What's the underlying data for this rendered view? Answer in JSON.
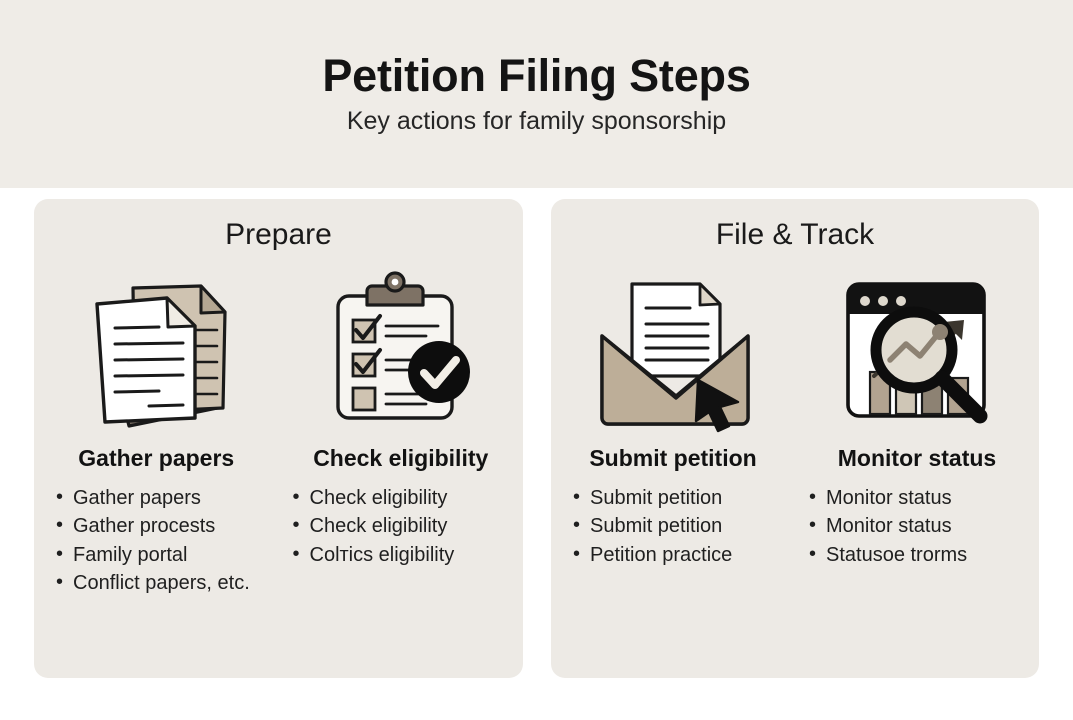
{
  "header": {
    "title": "Petition Filing Steps",
    "subtitle": "Key actions for family sponsorship"
  },
  "theme": {
    "header_bg": "#efece7",
    "panel_bg": "#edeae5",
    "page_bg": "#ffffff",
    "text_dark": "#121212",
    "icon_taupe": "#b9a992",
    "icon_taupe_dark": "#7e7265",
    "icon_paper": "#ffffff",
    "icon_outline": "#1a1a1a"
  },
  "panels": [
    {
      "title": "Prepare",
      "cards": [
        {
          "icon": "documents-stack-icon",
          "heading": "Gather papers",
          "bullets": [
            "Gather papers",
            "Gather procests",
            "Family portal",
            "Conflict papers, etc."
          ]
        },
        {
          "icon": "checklist-clipboard-icon",
          "heading": "Check eligibility",
          "bullets": [
            "Check eligibility",
            "Check eligibility",
            "Colтics eligibility"
          ]
        }
      ]
    },
    {
      "title": "File & Track",
      "cards": [
        {
          "icon": "envelope-cursor-icon",
          "heading": "Submit petition",
          "bullets": [
            "Submit petition",
            "Submit petition",
            "Petition practice"
          ]
        },
        {
          "icon": "browser-analytics-magnifier-icon",
          "heading": "Monitor status",
          "bullets": [
            "Monitor status",
            "Monitor status",
            "Statusoe trorms"
          ]
        }
      ]
    }
  ]
}
